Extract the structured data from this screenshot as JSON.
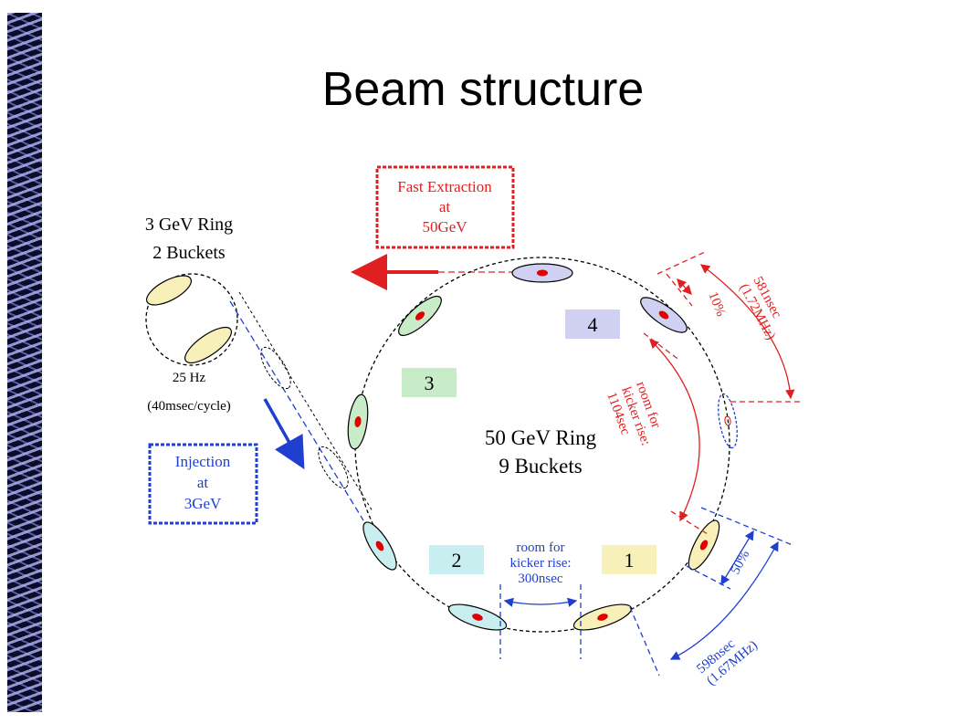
{
  "slide": {
    "title": "Beam structure"
  },
  "small_ring": {
    "line1": "3 GeV Ring",
    "line2": "2 Buckets",
    "freq": "25 Hz",
    "cycle": "(40msec/cycle)"
  },
  "injection_box": {
    "line1": "Injection",
    "line2": "at",
    "line3": "3GeV"
  },
  "extraction_box": {
    "line1": "Fast Extraction",
    "line2": "at",
    "line3": "50GeV"
  },
  "big_ring": {
    "line1": "50 GeV Ring",
    "line2": "9 Buckets"
  },
  "bucket_labels": [
    "1",
    "2",
    "3",
    "4"
  ],
  "gap_bottom": {
    "line1": "room for",
    "line2": "kicker rise:",
    "line3": "300nsec"
  },
  "gap_top": {
    "line1": "room for",
    "line2": "kicker rise:",
    "line3": "1104sec"
  },
  "period_top": {
    "line1": "581nsec",
    "line2": "(1.72MHz)"
  },
  "fraction_top": "10%",
  "period_bottom": {
    "line1": "598nsec",
    "line2": "(1.67MHz)"
  },
  "fraction_bottom": "50%",
  "colors": {
    "injection": "#1f3fd0",
    "extraction": "#e02020",
    "bucket1": "#f7f0b8",
    "bucket2": "#c8eef0",
    "bucket3": "#c8ecc8",
    "bucket4": "#cfd0f2",
    "core": "#e00000"
  }
}
